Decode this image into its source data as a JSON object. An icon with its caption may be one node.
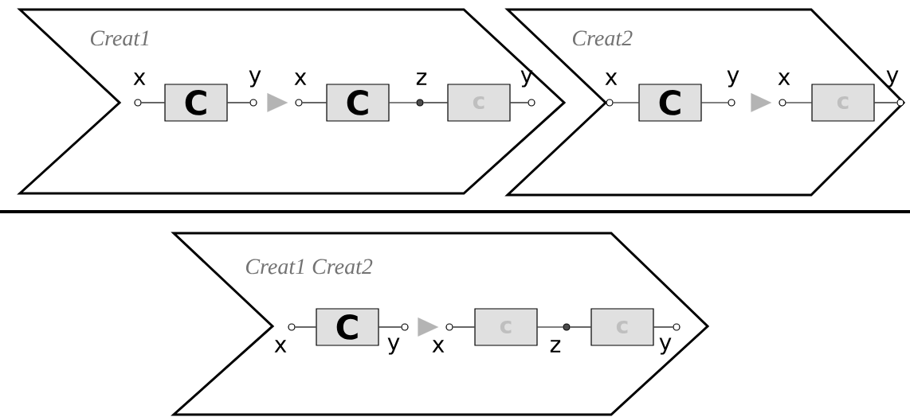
{
  "diagram": {
    "nodes": [
      {
        "text": [
          "Creat1"
        ]
      },
      {
        "text": [],
        "shape": "circle",
        "beside": [
          "x"
        ],
        "in": 0
      },
      {
        "text": [
          "C"
        ],
        "in": 0
      },
      {
        "text": [],
        "shape": "circle",
        "beside": [
          "y"
        ],
        "in": 0
      },
      {
        "text": [],
        "shape": "circle",
        "beside": [
          "x"
        ],
        "in": 0
      },
      {
        "text": [
          "C"
        ],
        "in": 0
      },
      {
        "text": [],
        "shape": "dot",
        "beside": [
          "z"
        ],
        "in": 0
      },
      {
        "text": [
          "c"
        ],
        "in": 0
      },
      {
        "text": [],
        "shape": "circle",
        "beside": [
          "y"
        ],
        "in": 0
      },
      {
        "text": [
          "Creat2"
        ]
      },
      {
        "text": [],
        "shape": "circle",
        "beside": [
          "x"
        ],
        "in": 9
      },
      {
        "text": [
          "C"
        ],
        "in": 9
      },
      {
        "text": [],
        "shape": "circle",
        "beside": [
          "y"
        ],
        "in": 9
      },
      {
        "text": [],
        "shape": "circle",
        "beside": [
          "x"
        ],
        "in": 9
      },
      {
        "text": [
          "c"
        ],
        "in": 9
      },
      {
        "text": [],
        "shape": "circle",
        "beside": [
          "y"
        ],
        "in": 9
      },
      {
        "text": [
          "Creat1 Creat2"
        ]
      },
      {
        "text": [],
        "shape": "circle",
        "beside": [
          "x"
        ],
        "in": 16
      },
      {
        "text": [
          "C"
        ],
        "in": 16
      },
      {
        "text": [],
        "shape": "circle",
        "beside": [
          "y"
        ],
        "in": 16
      },
      {
        "text": [],
        "shape": "circle",
        "beside": [
          "x"
        ],
        "in": 16
      },
      {
        "text": [
          "c"
        ],
        "in": 16
      },
      {
        "text": [],
        "shape": "dot",
        "beside": [
          "z"
        ],
        "in": 16
      },
      {
        "text": [
          "c"
        ],
        "in": 16
      },
      {
        "text": [],
        "shape": "circle",
        "beside": [
          "y"
        ],
        "in": 16
      }
    ],
    "edges": [
      {
        "from": 1,
        "to": 2,
        "arrow": "none"
      },
      {
        "from": 2,
        "to": 3,
        "arrow": "none"
      },
      {
        "from": 3,
        "to": 4,
        "arrow": "to",
        "color": "#b4b4b4"
      },
      {
        "from": 4,
        "to": 5,
        "arrow": "none"
      },
      {
        "from": 5,
        "to": 6,
        "arrow": "none"
      },
      {
        "from": 6,
        "to": 7,
        "arrow": "none"
      },
      {
        "from": 7,
        "to": 8,
        "arrow": "none"
      },
      {
        "from": 10,
        "to": 11,
        "arrow": "none"
      },
      {
        "from": 11,
        "to": 12,
        "arrow": "none"
      },
      {
        "from": 12,
        "to": 13,
        "arrow": "to",
        "color": "#b4b4b4"
      },
      {
        "from": 13,
        "to": 14,
        "arrow": "none"
      },
      {
        "from": 14,
        "to": 15,
        "arrow": "none"
      },
      {
        "from": 17,
        "to": 18,
        "arrow": "none"
      },
      {
        "from": 18,
        "to": 19,
        "arrow": "none"
      },
      {
        "from": 19,
        "to": 20,
        "arrow": "to",
        "color": "#b4b4b4"
      },
      {
        "from": 20,
        "to": 21,
        "arrow": "none"
      },
      {
        "from": 21,
        "to": 22,
        "arrow": "none"
      },
      {
        "from": 22,
        "to": 23,
        "arrow": "none"
      },
      {
        "from": 23,
        "to": 24,
        "arrow": "none"
      }
    ]
  }
}
